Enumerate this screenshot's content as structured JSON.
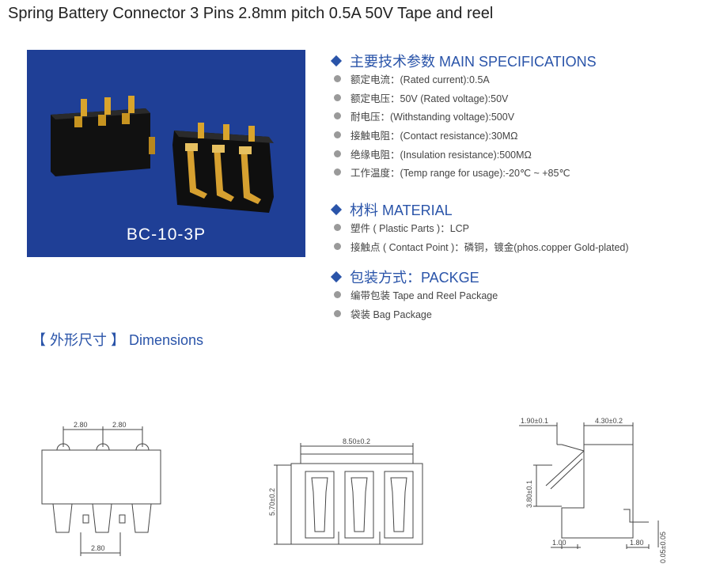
{
  "title": "Spring Battery Connector 3 Pins 2.8mm pitch 0.5A 50V Tape and reel",
  "photo": {
    "model": "BC-10-3P"
  },
  "main_specs": {
    "heading": "主要技术参数 MAIN SPECIFICATIONS",
    "items": [
      "额定电流：(Rated  current):0.5A",
      "额定电压：50V  (Rated  voltage):50V",
      "耐电压：(Withstanding voltage):500V",
      "接触电阻：(Contact resistance):30MΩ",
      "绝缘电阻：(Insulation resistance):500MΩ",
      "工作温度：(Temp range for usage):-20℃ ~ +85℃"
    ]
  },
  "material": {
    "heading": "材料 MATERIAL",
    "items": [
      "塑件 ( Plastic Parts )：LCP",
      "接触点 ( Contact Point )：磷铜，镀金(phos.copper Gold-plated)"
    ]
  },
  "package": {
    "heading": "包装方式：PACKGE",
    "items": [
      "编带包装  Tape and Reel Package",
      "袋装  Bag   Package"
    ]
  },
  "dimensions": {
    "heading": "【 外形尺寸 】 Dimensions",
    "front": {
      "pitch_left": "2.80",
      "pitch_right": "2.80",
      "bottom": "2.80"
    },
    "top": {
      "width": "8.50±0.2",
      "height": "5.70±0.2"
    },
    "side": {
      "top_left": "1.90±0.1",
      "top_right": "4.30±0.2",
      "height": "3.80±0.1",
      "bottom_left": "1.00",
      "bottom_right": "1.80",
      "thickness": "0.05±0.05"
    }
  },
  "colors": {
    "photo_bg": "#1f3f96",
    "accent": "#2a54a9",
    "bullet": "#9a9a9a"
  }
}
